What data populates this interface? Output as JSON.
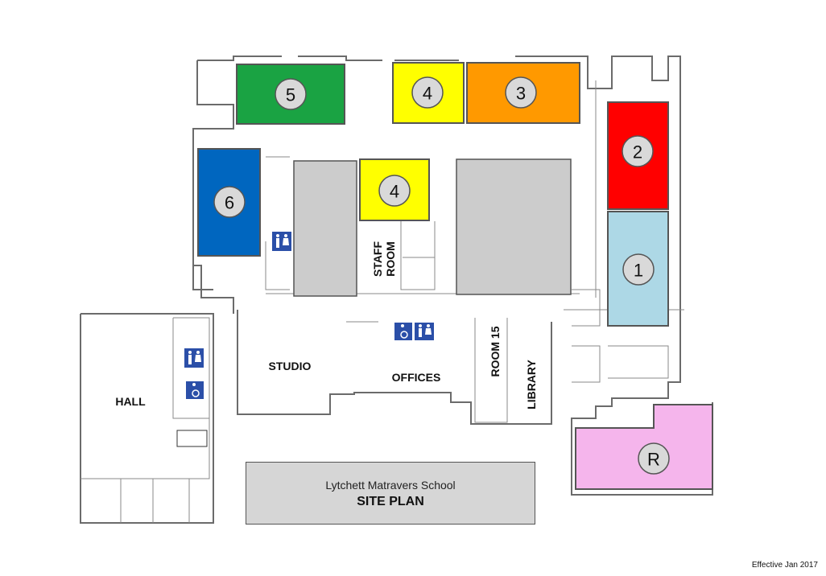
{
  "zones": [
    {
      "number": "1",
      "color": "#add8e6"
    },
    {
      "number": "2",
      "color": "#ff0000"
    },
    {
      "number": "3",
      "color": "#ff9900"
    },
    {
      "number": "4",
      "color": "#ffff00"
    },
    {
      "number": "4",
      "color": "#ffff00"
    },
    {
      "number": "5",
      "color": "#1aa343"
    },
    {
      "number": "6",
      "color": "#0066bf"
    },
    {
      "number": "R",
      "color": "#f5b5ec"
    }
  ],
  "rooms": {
    "staff_room_line1": "STAFF",
    "staff_room_line2": "ROOM",
    "studio": "STUDIO",
    "offices": "OFFICES",
    "room15": "ROOM 15",
    "library": "LIBRARY",
    "hall": "HALL"
  },
  "icons": [
    "toilets-icon",
    "accessible-toilet-icon"
  ],
  "caption": {
    "school": "Lytchett Matravers School",
    "title": "SITE PLAN"
  },
  "effective": "Effective Jan 2017"
}
